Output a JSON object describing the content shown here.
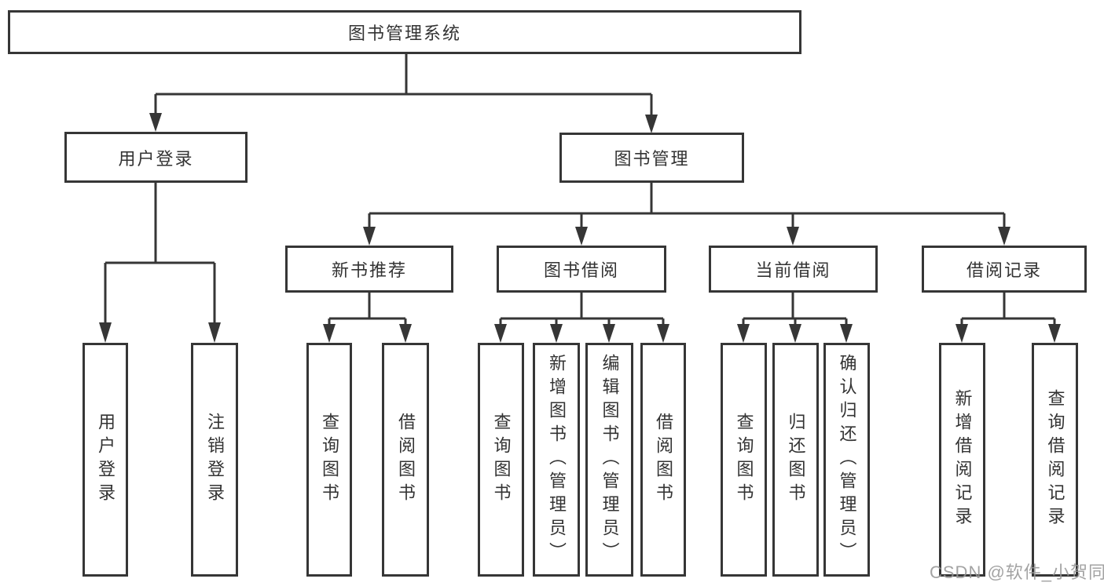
{
  "tree": {
    "root": {
      "label": "图书管理系统",
      "children": [
        {
          "label": "用户登录",
          "children": [
            {
              "label": "用户登录"
            },
            {
              "label": "注销登录"
            }
          ]
        },
        {
          "label": "图书管理",
          "children": [
            {
              "label": "新书推荐",
              "children": [
                {
                  "label": "查询图书"
                },
                {
                  "label": "借阅图书"
                }
              ]
            },
            {
              "label": "图书借阅",
              "children": [
                {
                  "label": "查询图书"
                },
                {
                  "label": "新增图书（管理员）"
                },
                {
                  "label": "编辑图书（管理员）"
                },
                {
                  "label": "借阅图书"
                }
              ]
            },
            {
              "label": "当前借阅",
              "children": [
                {
                  "label": "查询图书"
                },
                {
                  "label": "归还图书"
                },
                {
                  "label": "确认归还（管理员）"
                }
              ]
            },
            {
              "label": "借阅记录",
              "children": [
                {
                  "label": "新增借阅记录"
                },
                {
                  "label": "查询借阅记录"
                }
              ]
            }
          ]
        }
      ]
    }
  },
  "watermark": {
    "text": "CSDN @软件_小贺同学"
  },
  "colors": {
    "line": "#363636",
    "text": "#333333",
    "watermark": "#969696",
    "background": "#ffffff"
  }
}
